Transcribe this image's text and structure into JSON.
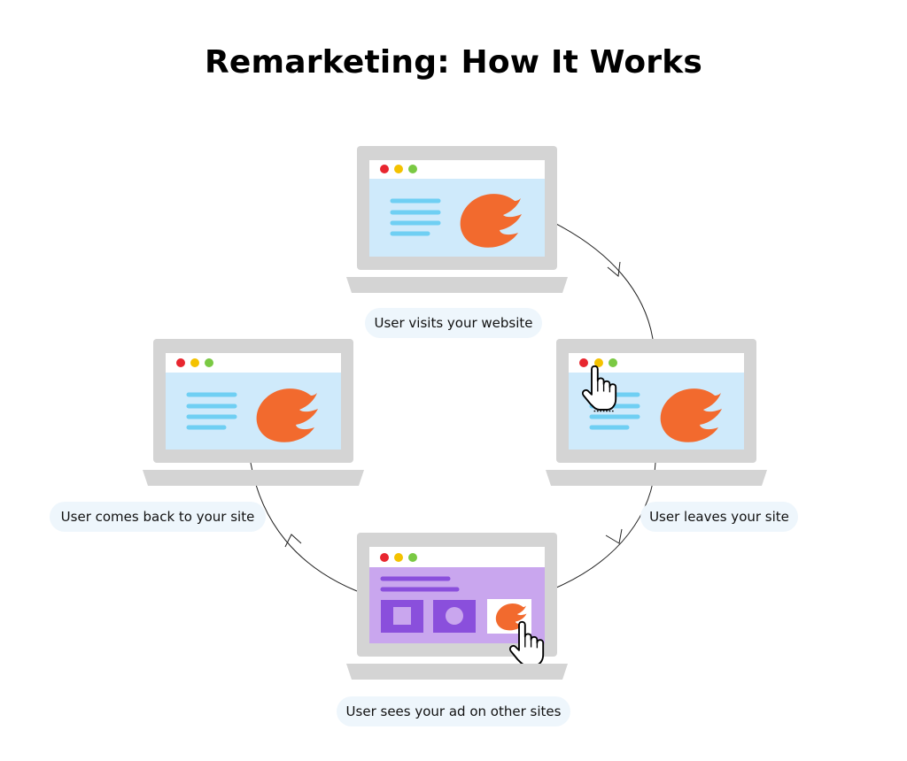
{
  "title": "Remarketing: How It Works",
  "steps": {
    "visit": "User visits your website",
    "leave": "User leaves your site",
    "ad": "User sees your ad on other sites",
    "back": "User comes back to your site"
  },
  "colors": {
    "laptop_frame": "#d4d4d4",
    "screen_bg": "#cfeafb",
    "ad_screen_bg": "#c9a6ee",
    "brand": "#f26a2e",
    "text_lines": "#6fcff3",
    "ad_tiles": "#8a4fdc",
    "dot_red": "#e8262f",
    "dot_yellow": "#f4c200",
    "dot_green": "#7ac943"
  },
  "icons": [
    "brand-flame-icon",
    "hand-cursor-icon",
    "arrow-chevron-icon"
  ]
}
